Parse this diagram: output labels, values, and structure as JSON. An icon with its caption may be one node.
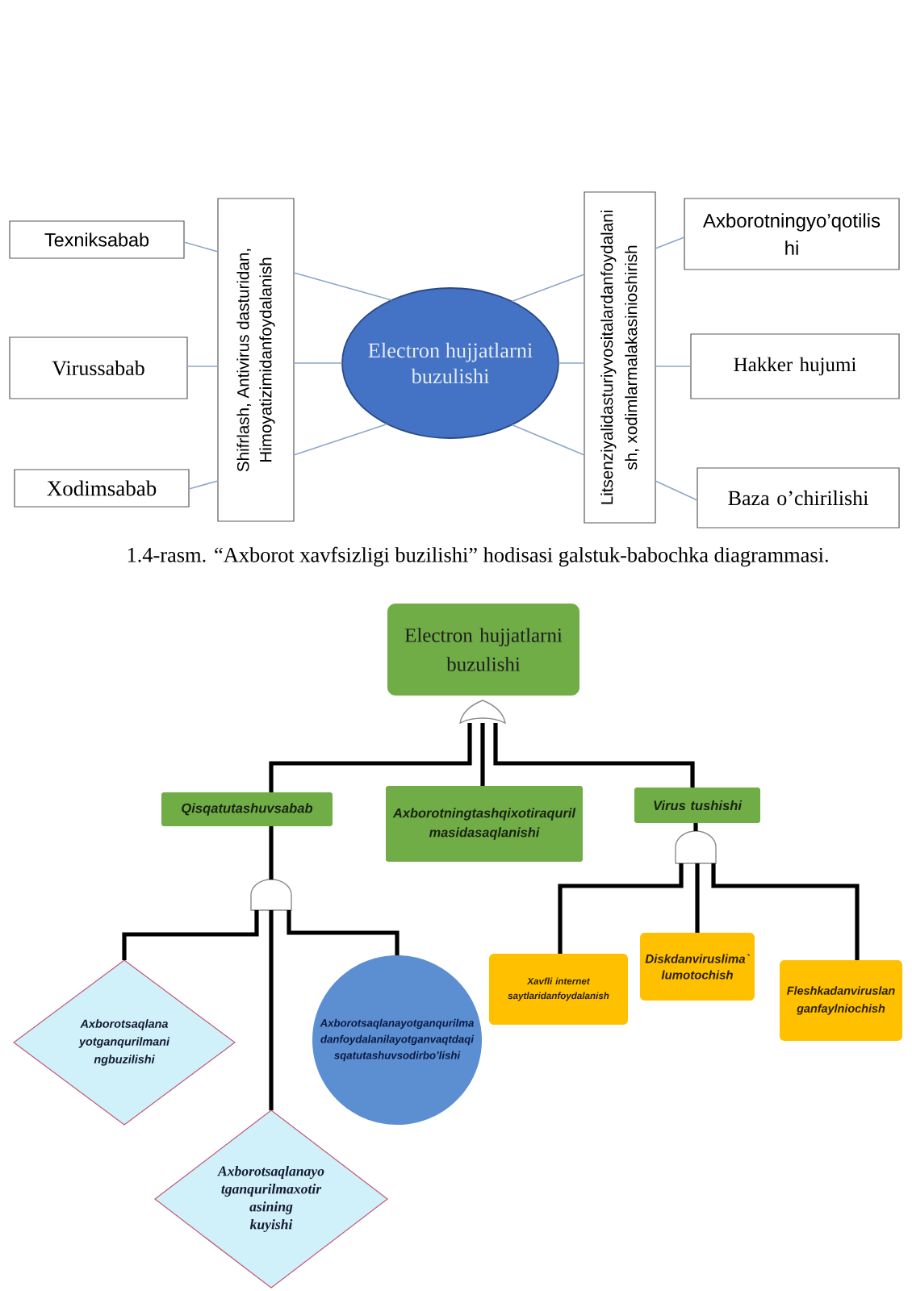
{
  "diagram": {
    "caption": "1.4-rasm. “Axborot xavfsizligi buzilishi” hodisasi galstuk-babochka diagrammasi.",
    "nodes": [
      {
        "text": [
          "Texniksabab"
        ]
      },
      {
        "text": [
          "Virussabab"
        ]
      },
      {
        "text": [
          "Xodimsabab"
        ]
      },
      {
        "text": [
          "Shifrlash, Antivirus dasturidan, Himoyatizimidanfoydalanish"
        ]
      },
      {
        "text": [
          "Electron hujjatlarni buzulishi"
        ]
      },
      {
        "text": [
          "Litsenziyalidasturiyvositalardanfoydalani sh, xodimlarmalakasinioshirish"
        ]
      },
      {
        "text": [
          "Axborotningyo’qotilis hi"
        ]
      },
      {
        "text": [
          "Hakker hujumi"
        ]
      },
      {
        "text": [
          "Baza o’chirilishi"
        ]
      },
      {
        "text": [
          "Electron hujjatlarni buzulishi"
        ]
      },
      {
        "text": [],
        "shape": "or-gate"
      },
      {
        "text": [
          "Qisqatutashuvsabab"
        ]
      },
      {
        "text": [
          "Axborotningtashqixotiraquril masidasaqlanishi"
        ]
      },
      {
        "text": [
          "Virus tushishi"
        ]
      },
      {
        "text": [],
        "shape": "and-gate"
      },
      {
        "text": [],
        "shape": "and-gate"
      },
      {
        "text": [
          "Xavfli internet saytlaridanfoydalanish"
        ]
      },
      {
        "text": [
          "Diskdanviruslima` lumotochish"
        ]
      },
      {
        "text": [
          "Fleshkadanviruslan ganfaylniochish"
        ]
      },
      {
        "text": [
          "Axborotsaqlana yotganqurilmani ngbuzilishi"
        ]
      },
      {
        "text": [
          "Axborotsaqlanayotganqurilma danfoydalanilayotganvaqtdaqi sqatutashuvsodirbo’lishi"
        ]
      },
      {
        "text": [
          "Axborotsaqlanayo tganqurilmaxotir asining kuyishi"
        ]
      }
    ],
    "edges": [
      {
        "from": 0,
        "to": 3,
        "arrow": "none"
      },
      {
        "from": 1,
        "to": 3,
        "arrow": "none"
      },
      {
        "from": 2,
        "to": 3,
        "arrow": "none"
      },
      {
        "from": 3,
        "to": 4,
        "arrow": "none"
      },
      {
        "from": 3,
        "to": 4,
        "arrow": "none"
      },
      {
        "from": 3,
        "to": 4,
        "arrow": "none"
      },
      {
        "from": 4,
        "to": 5,
        "arrow": "none"
      },
      {
        "from": 4,
        "to": 5,
        "arrow": "none"
      },
      {
        "from": 4,
        "to": 5,
        "arrow": "none"
      },
      {
        "from": 5,
        "to": 6,
        "arrow": "none"
      },
      {
        "from": 5,
        "to": 7,
        "arrow": "none"
      },
      {
        "from": 5,
        "to": 8,
        "arrow": "none"
      },
      {
        "from": 10,
        "to": 11,
        "arrow": "none",
        "style": "thick",
        "color": "#000000"
      },
      {
        "from": 10,
        "to": 12,
        "arrow": "none",
        "style": "thick",
        "color": "#000000"
      },
      {
        "from": 10,
        "to": 13,
        "arrow": "none",
        "style": "thick",
        "color": "#000000"
      },
      {
        "from": 11,
        "to": 14,
        "arrow": "none",
        "style": "thick",
        "color": "#000000"
      },
      {
        "from": 14,
        "to": 19,
        "arrow": "none",
        "style": "thick",
        "color": "#000000"
      },
      {
        "from": 14,
        "to": 21,
        "arrow": "none",
        "style": "thick",
        "color": "#000000"
      },
      {
        "from": 14,
        "to": 20,
        "arrow": "none",
        "style": "thick",
        "color": "#000000"
      },
      {
        "from": 13,
        "to": 15,
        "arrow": "none",
        "style": "thick",
        "color": "#000000"
      },
      {
        "from": 15,
        "to": 16,
        "arrow": "none",
        "style": "thick",
        "color": "#000000"
      },
      {
        "from": 15,
        "to": 17,
        "arrow": "none",
        "style": "thick",
        "color": "#000000"
      },
      {
        "from": 15,
        "to": 18,
        "arrow": "none",
        "style": "thick",
        "color": "#000000"
      }
    ]
  }
}
